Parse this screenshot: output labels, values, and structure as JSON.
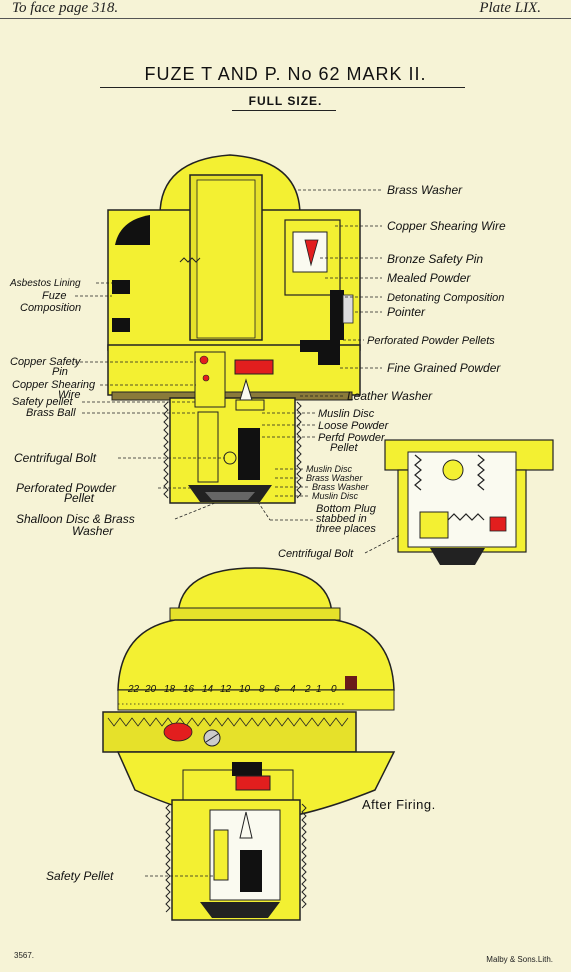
{
  "header": {
    "left": "To face page 318.",
    "right": "Plate LIX."
  },
  "title": "FUZE T AND P. No 62 MARK II.",
  "subtitle": "FULL SIZE.",
  "after_firing": "After Firing.",
  "labels_right": [
    "Brass Washer",
    "Copper Shearing Wire",
    "Bronze Safety Pin",
    "Mealed Powder",
    "Detonating Composition",
    "Pointer",
    "Perforated Powder Pellets",
    "Fine Grained Powder",
    "Leather Washer"
  ],
  "labels_left": [
    "Asbestos Lining",
    "Fuze",
    "Composition",
    "Copper Safety",
    "Pin",
    "Copper Shearing",
    "Wire",
    "Safety pellet",
    "Brass Ball",
    "Centrifugal Bolt",
    "Perforated Powder",
    "Pellet",
    "Shalloon Disc & Brass",
    "Washer"
  ],
  "labels_inner": [
    "Muslin Disc",
    "Loose Powder",
    "Perfd Powder",
    "Pellet",
    "Muslin Disc",
    "Brass Washer",
    "Brass Washer",
    "Muslin Disc",
    "Bottom Plug",
    "stabbed in",
    "three places"
  ],
  "label_centrifugal_right": "Centrifugal Bolt",
  "label_safety_pellet_lower": "Safety Pellet",
  "scale_numbers": [
    "22",
    "20",
    "18",
    "16",
    "14",
    "12",
    "10",
    "8",
    "6",
    "4",
    "2",
    "1",
    "0"
  ],
  "footer": {
    "left": "3567.",
    "right": "Malby & Sons.Lith."
  },
  "colors": {
    "body_yellow": "#f3f032",
    "dark_yellow": "#d8d41e",
    "outline": "#222222",
    "red": "#e21e1e",
    "paper": "#f6f3d6"
  }
}
